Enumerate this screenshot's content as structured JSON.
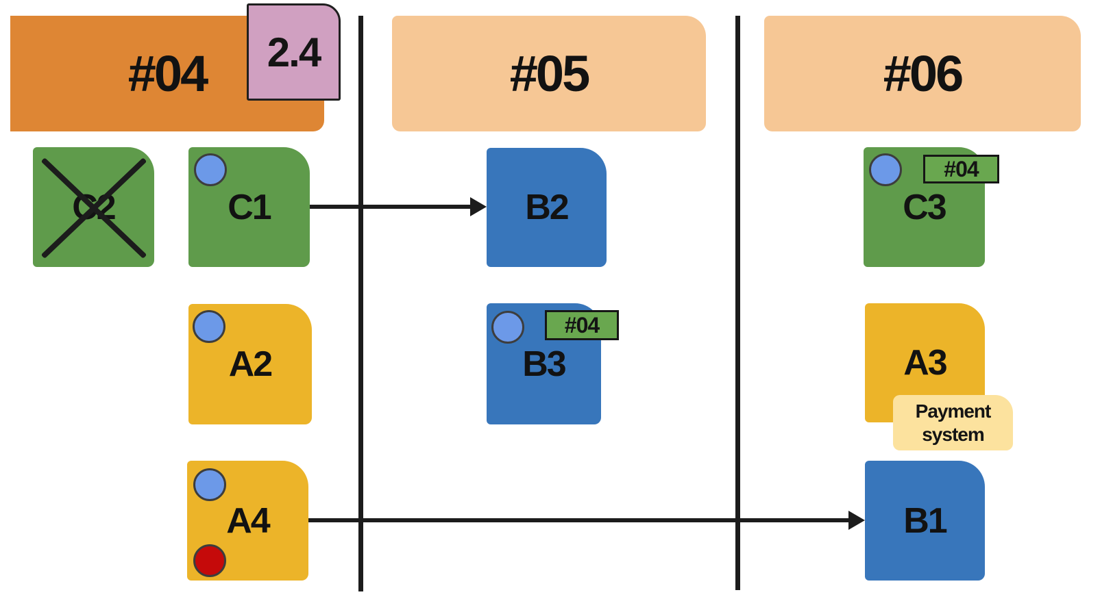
{
  "colors": {
    "active_column_header": "#DE8634",
    "column_header": "#F6C795",
    "note_green": "#5F9B4B",
    "note_yellow": "#ECB429",
    "note_blue": "#3876BB",
    "version_badge_pink": "#D0A0C1",
    "sprint_tag_green": "#69A74F",
    "soft_tag_yellow": "#FCE29E",
    "dot_blue": "#6C99E8",
    "dot_red": "#C50A0A",
    "line_black": "#1C1C1C"
  },
  "columns": [
    {
      "header": {
        "label": "#04"
      },
      "badge": {
        "label": "2.4"
      },
      "notes": [
        {
          "label": "C2",
          "color": "green",
          "crossed_out": true,
          "dots": []
        },
        {
          "label": "C1",
          "color": "green",
          "crossed_out": false,
          "dots": [
            "blue"
          ]
        },
        {
          "label": "A2",
          "color": "yellow",
          "crossed_out": false,
          "dots": [
            "blue"
          ]
        },
        {
          "label": "A4",
          "color": "yellow",
          "crossed_out": false,
          "dots": [
            "blue",
            "red"
          ]
        }
      ]
    },
    {
      "header": {
        "label": "#05"
      },
      "notes": [
        {
          "label": "B2",
          "color": "blue",
          "crossed_out": false,
          "dots": []
        },
        {
          "label": "B3",
          "color": "blue",
          "crossed_out": false,
          "dots": [
            "blue"
          ],
          "tag": "#04"
        }
      ]
    },
    {
      "header": {
        "label": "#06"
      },
      "notes": [
        {
          "label": "C3",
          "color": "green",
          "crossed_out": false,
          "dots": [
            "blue"
          ],
          "tag": "#04"
        },
        {
          "label": "A3",
          "color": "yellow",
          "crossed_out": false,
          "dots": [],
          "tag": "Payment system"
        },
        {
          "label": "B1",
          "color": "blue",
          "crossed_out": false,
          "dots": []
        }
      ]
    }
  ],
  "arrows": [
    {
      "from": "C1",
      "to": "B2"
    },
    {
      "from": "A4",
      "to": "B1"
    }
  ]
}
